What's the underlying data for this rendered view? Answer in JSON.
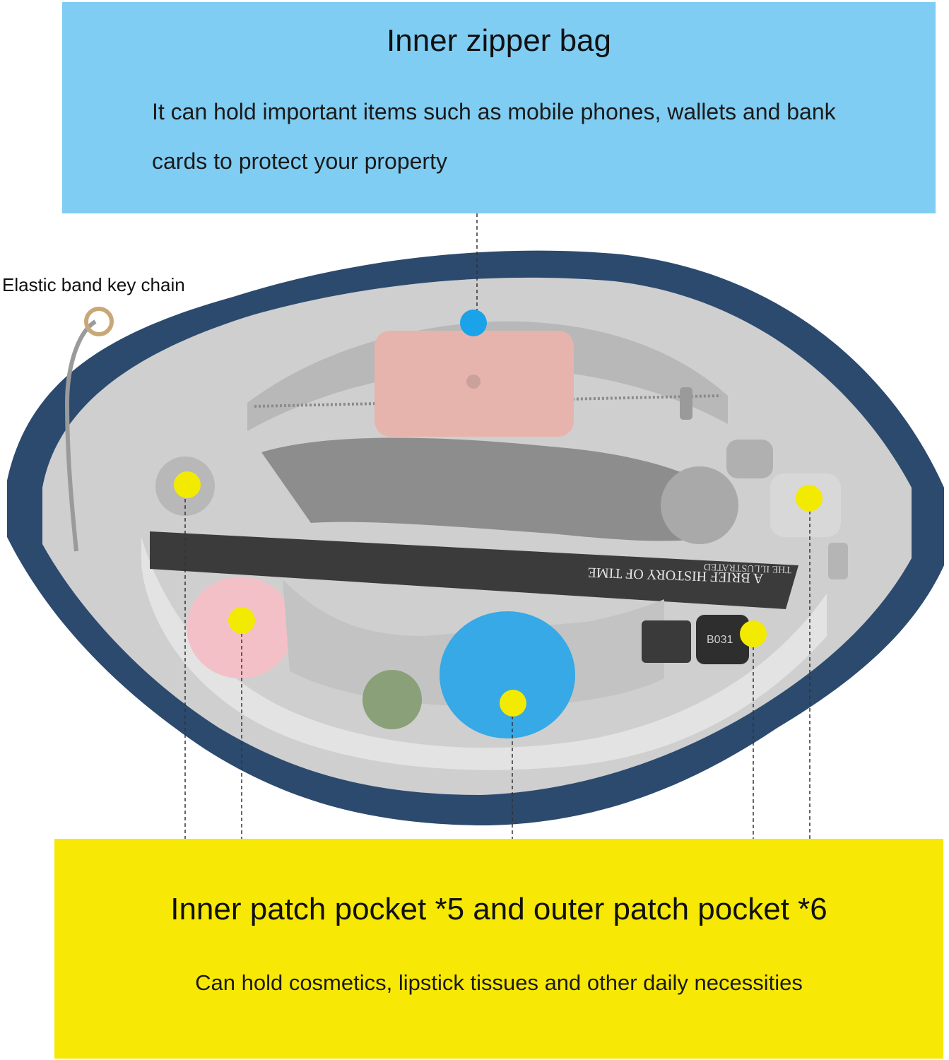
{
  "top_callout": {
    "title": "Inner zipper bag",
    "description": "It can hold important items such as mobile phones, wallets and bank cards to protect your property"
  },
  "side_label": "Elastic band key chain",
  "bottom_callout": {
    "title": "Inner patch pocket *5 and outer patch pocket *6",
    "description": "Can hold cosmetics, lipstick tissues and other daily necessities"
  },
  "book_spine": {
    "title_en": "A BRIEF HISTORY OF TIME",
    "subtitle_en": "THE ILLUSTRATED"
  },
  "lipstick_label": "B031",
  "colors": {
    "top_panel": "#80cdf3",
    "bottom_panel": "#f7e805",
    "bag_outer": "#2c4a6e",
    "bag_lining": "#c9c9c9",
    "marker_blue": "#1aa3e8",
    "marker_yellow": "#f2ea00"
  }
}
